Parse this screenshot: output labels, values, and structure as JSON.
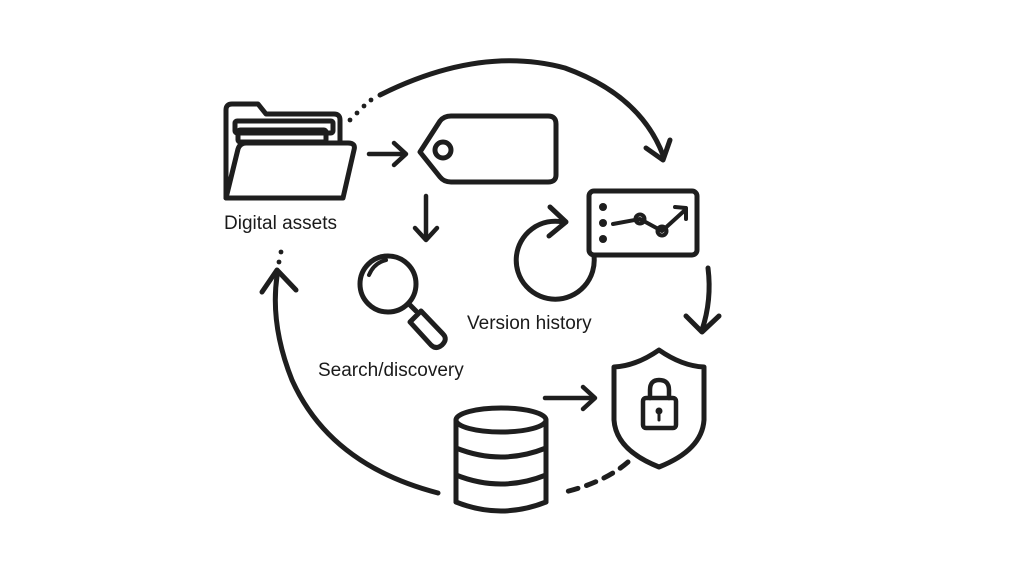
{
  "labels": {
    "digital_assets": "Digital assets",
    "version_history": "Version history",
    "search_discovery": "Search/discovery"
  },
  "icons": [
    "folder-icon",
    "tag-icon",
    "magnifier-icon",
    "refresh-icon",
    "chart-panel-icon",
    "shield-lock-icon",
    "database-icon"
  ],
  "colors": {
    "stroke": "#1e1e1e",
    "background": "#ffffff"
  }
}
